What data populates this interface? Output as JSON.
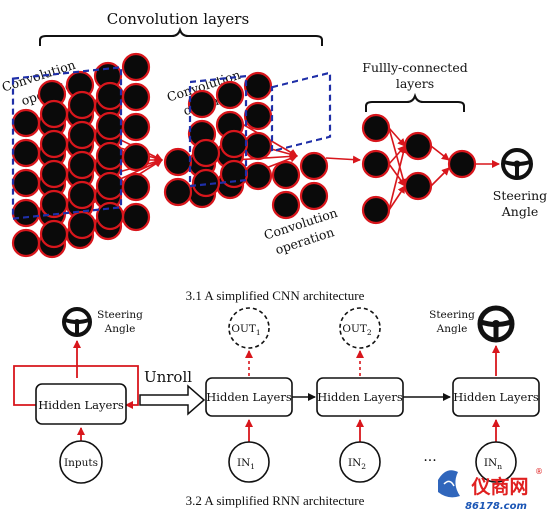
{
  "cnn": {
    "title": "Convolution layers",
    "conv_op_1": [
      "Convolution",
      "operation"
    ],
    "conv_op_2": [
      "Convolution",
      "operation"
    ],
    "conv_op_3": [
      "Convolution",
      "operation"
    ],
    "fc_label": [
      "Fullly-connected",
      "layers"
    ],
    "output_label": [
      "Steering",
      "Angle"
    ],
    "caption": "3.1 A simplified CNN architecture"
  },
  "rnn": {
    "folded_output": [
      "Steering",
      "Angle"
    ],
    "hidden": "Hidden Layers",
    "inputs": "Inputs",
    "unroll": "Unroll",
    "out1_base": "OUT",
    "out1_sub": "1",
    "out2_base": "OUT",
    "out2_sub": "2",
    "in1_base": "IN",
    "in1_sub": "1",
    "in2_base": "IN",
    "in2_sub": "2",
    "inn_base": "IN",
    "inn_sub": "n",
    "ellipsis": "...",
    "final_output": [
      "Steering",
      "Angle"
    ],
    "caption": "3.2 A simplified RNN architecture"
  },
  "watermark": {
    "site": "仪商网",
    "url": "86178.com",
    "mark": "®"
  },
  "colors": {
    "neuron_fill": "#0a0a0a",
    "neuron_stroke": "#d8161c",
    "arrow_red": "#d8161c",
    "dash_blue": "#1f2fa8",
    "watermark_red": "#e02020",
    "watermark_blue": "#1a55b5"
  }
}
